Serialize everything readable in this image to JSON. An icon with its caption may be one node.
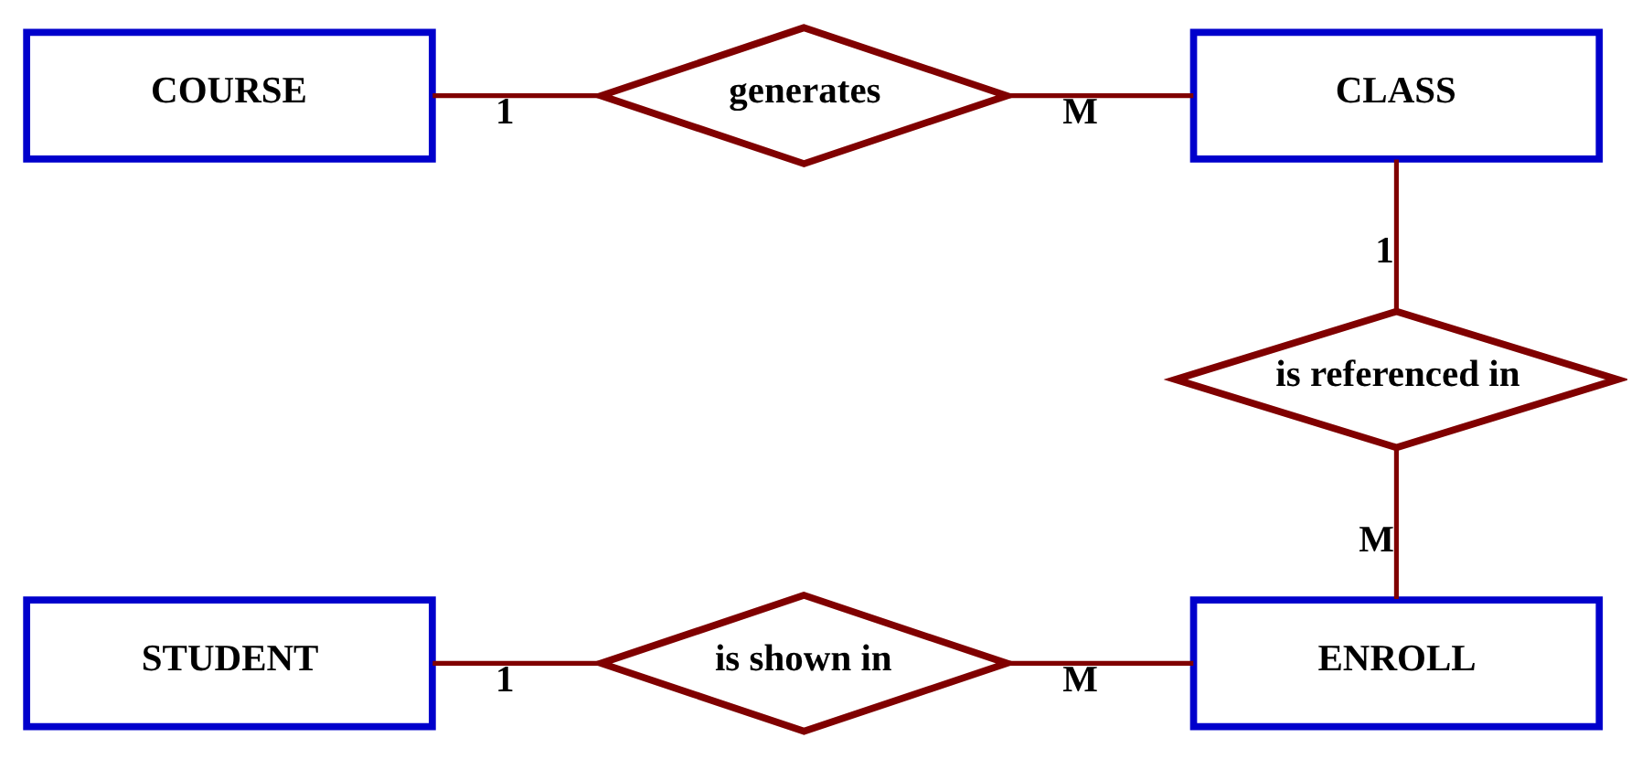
{
  "diagram": {
    "nodes": [
      {
        "text": [
          "COURSE"
        ]
      },
      {
        "text": [
          "generates"
        ]
      },
      {
        "text": [
          "CLASS"
        ]
      },
      {
        "text": [
          "is referenced in"
        ]
      },
      {
        "text": [
          "STUDENT"
        ]
      },
      {
        "text": [
          "is shown in"
        ]
      },
      {
        "text": [
          "ENROLL"
        ]
      }
    ],
    "edges": [
      {
        "from": 0,
        "to": 1,
        "arrow": "none",
        "label": "1"
      },
      {
        "from": 1,
        "to": 2,
        "arrow": "none",
        "label": "M"
      },
      {
        "from": 2,
        "to": 3,
        "arrow": "none",
        "label": "1"
      },
      {
        "from": 3,
        "to": 6,
        "arrow": "none",
        "label": "M"
      },
      {
        "from": 4,
        "to": 5,
        "arrow": "none",
        "label": "1"
      },
      {
        "from": 5,
        "to": 6,
        "arrow": "none",
        "label": "M"
      }
    ]
  }
}
